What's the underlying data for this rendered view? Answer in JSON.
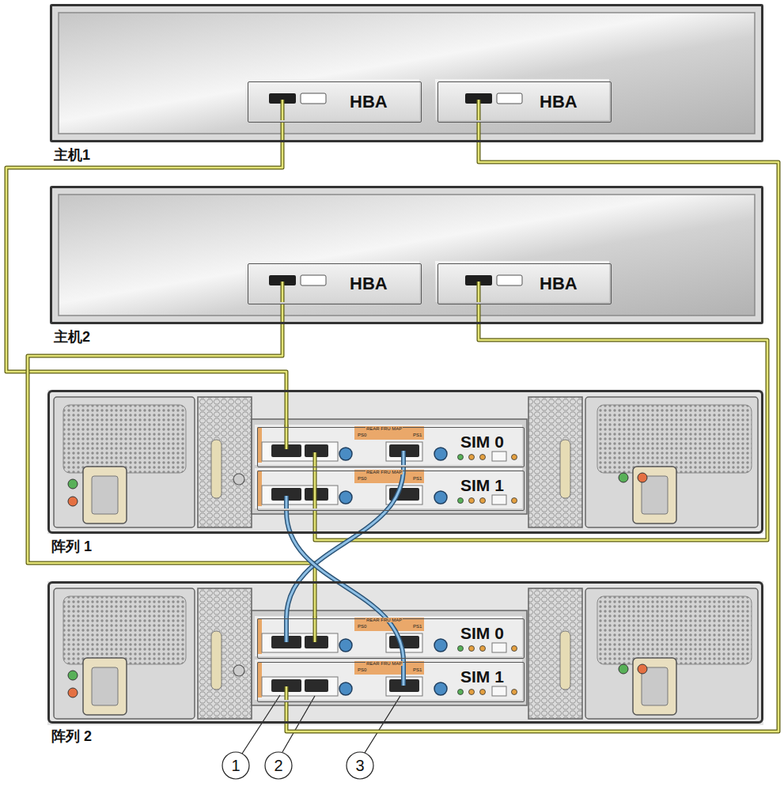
{
  "diagram": {
    "nodes": [
      {
        "text": [
          "主机1"
        ]
      },
      {
        "text": [
          "HBA"
        ],
        "in": 0
      },
      {
        "text": [
          "HBA"
        ],
        "in": 0
      },
      {
        "text": [
          "主机2"
        ]
      },
      {
        "text": [
          "HBA"
        ],
        "in": 3
      },
      {
        "text": [
          "HBA"
        ],
        "in": 3
      },
      {
        "text": [
          "阵列 1"
        ]
      },
      {
        "text": [
          "SIM 0"
        ],
        "in": 6
      },
      {
        "text": [
          "SIM 1"
        ],
        "in": 6
      },
      {
        "text": [
          "阵列 2"
        ]
      },
      {
        "text": [
          "SIM 0"
        ],
        "in": 9
      },
      {
        "text": [
          "SIM 1"
        ],
        "in": 9
      }
    ],
    "edges": [
      {
        "from": 1,
        "to": 7,
        "arrow": "none"
      },
      {
        "from": 2,
        "to": 11,
        "arrow": "none"
      },
      {
        "from": 4,
        "to": 10,
        "arrow": "none"
      },
      {
        "from": 5,
        "to": 8,
        "arrow": "none"
      },
      {
        "from": 7,
        "to": 10,
        "arrow": "none"
      },
      {
        "from": 8,
        "to": 11,
        "arrow": "none"
      }
    ],
    "labels": [
      "REAR FRU MAP",
      "PS0",
      "PS1",
      "REAR FRU MAP",
      "PS0",
      "PS1",
      "REAR FRU MAP",
      "PS0",
      "PS1",
      "REAR FRU MAP",
      "PS0",
      "PS1",
      "1",
      "2",
      "3"
    ]
  }
}
